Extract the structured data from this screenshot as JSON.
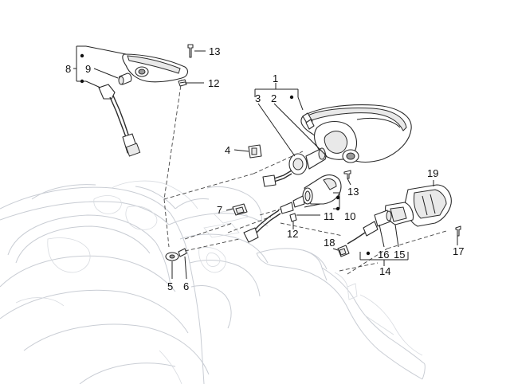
{
  "callouts": {
    "c1": "1",
    "c2": "2",
    "c3": "3",
    "c4": "4",
    "c5": "5",
    "c6": "6",
    "c7": "7",
    "c8": "8",
    "c9": "9",
    "c10": "10",
    "c11": "11",
    "c12a": "12",
    "c12b": "12",
    "c13a": "13",
    "c13b": "13",
    "c14": "14",
    "c15": "15",
    "c16": "16",
    "c17": "17",
    "c18": "18",
    "c19": "19"
  },
  "parts": [
    "tail-light-assembly",
    "tail-light-lens",
    "tail-light-bulb-socket",
    "clip",
    "bulb",
    "bulb-holder",
    "cable-grommet",
    "license-light-housing",
    "license-light-bulb",
    "license-light-assembly",
    "license-light-cable",
    "screw",
    "screw-bolt",
    "plate-light-group",
    "plate-light-lens",
    "plate-light-socket",
    "fixing-screw",
    "plug-connector",
    "plate-light-cover"
  ],
  "colors": {
    "ink": "#2b2b2b",
    "ghost": "#c9cdd4"
  }
}
